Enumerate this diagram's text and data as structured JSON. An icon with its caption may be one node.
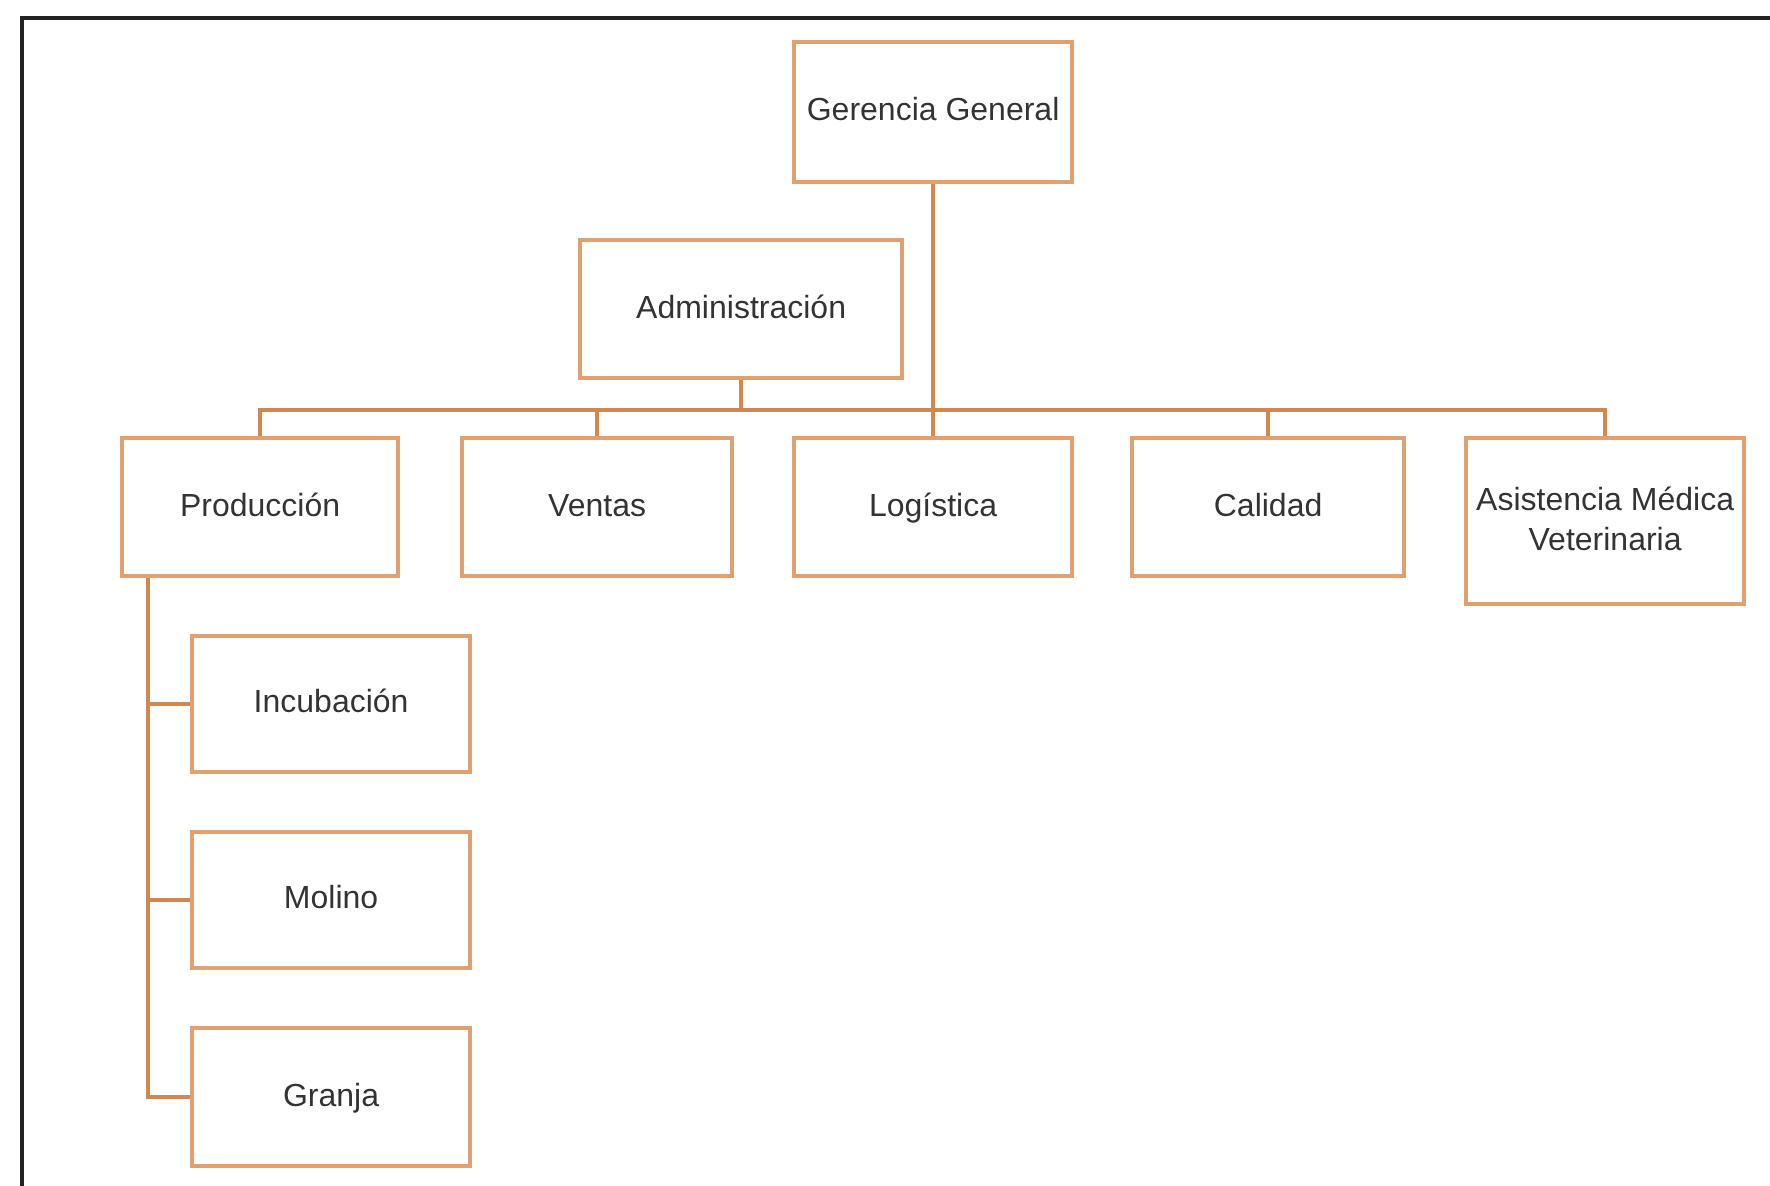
{
  "diagram": {
    "nodes": [
      {
        "text": [
          "Gerencia General"
        ]
      },
      {
        "text": [
          "Administración"
        ]
      },
      {
        "text": [
          "Producción"
        ]
      },
      {
        "text": [
          "Ventas"
        ]
      },
      {
        "text": [
          "Logística"
        ]
      },
      {
        "text": [
          "Calidad"
        ]
      },
      {
        "text": [
          "Asistencia Médica Veterinaria"
        ]
      },
      {
        "text": [
          "Incubación"
        ]
      },
      {
        "text": [
          "Molino"
        ]
      },
      {
        "text": [
          "Granja"
        ]
      }
    ],
    "edges": [
      {
        "from": 0,
        "to": 1,
        "arrow": "none"
      },
      {
        "from": 0,
        "to": 2,
        "arrow": "none"
      },
      {
        "from": 0,
        "to": 3,
        "arrow": "none"
      },
      {
        "from": 0,
        "to": 4,
        "arrow": "none"
      },
      {
        "from": 0,
        "to": 5,
        "arrow": "none"
      },
      {
        "from": 0,
        "to": 6,
        "arrow": "none"
      },
      {
        "from": 2,
        "to": 7,
        "arrow": "none"
      },
      {
        "from": 2,
        "to": 8,
        "arrow": "none"
      },
      {
        "from": 2,
        "to": 9,
        "arrow": "none"
      }
    ]
  }
}
